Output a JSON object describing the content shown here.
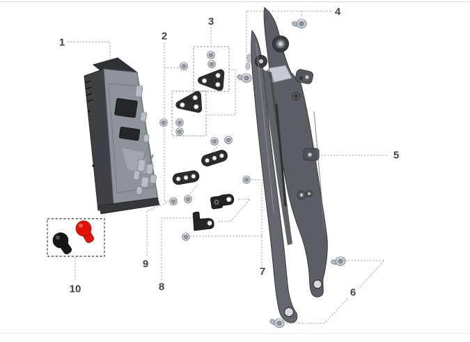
{
  "figure": {
    "type": "exploded-parts-diagram",
    "background": "#ffffff"
  },
  "callouts": [
    {
      "label": "1"
    },
    {
      "label": "2"
    },
    {
      "label": "3"
    },
    {
      "label": "4"
    },
    {
      "label": "5"
    },
    {
      "label": "6"
    },
    {
      "label": "7"
    },
    {
      "label": "8"
    },
    {
      "label": "9"
    },
    {
      "label": "10"
    }
  ],
  "colors": {
    "negative_terminal": "#161616",
    "positive_terminal": "#e11309",
    "dark_bracket": "#2b2b2b",
    "frame_gray": "#5f626, ",
    "hardware_silver": "#ccd0d7",
    "leader_line": "#9aa2a8"
  }
}
